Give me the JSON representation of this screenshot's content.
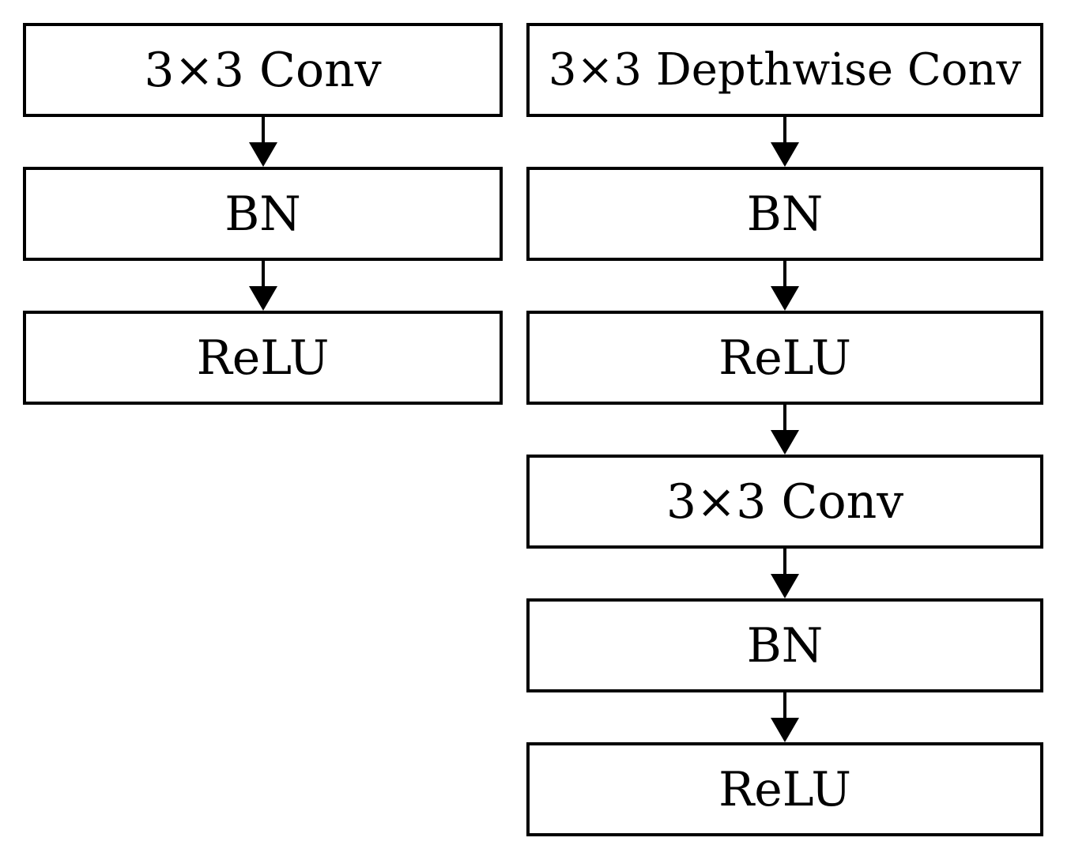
{
  "left_column": {
    "blocks": [
      {
        "label": "3×3 Conv"
      },
      {
        "label": "BN"
      },
      {
        "label": "ReLU"
      }
    ]
  },
  "right_column": {
    "blocks": [
      {
        "label": "3×3 Depthwise Conv"
      },
      {
        "label": "BN"
      },
      {
        "label": "ReLU"
      },
      {
        "label": "3×3 Conv"
      },
      {
        "label": "BN"
      },
      {
        "label": "ReLU"
      }
    ]
  }
}
